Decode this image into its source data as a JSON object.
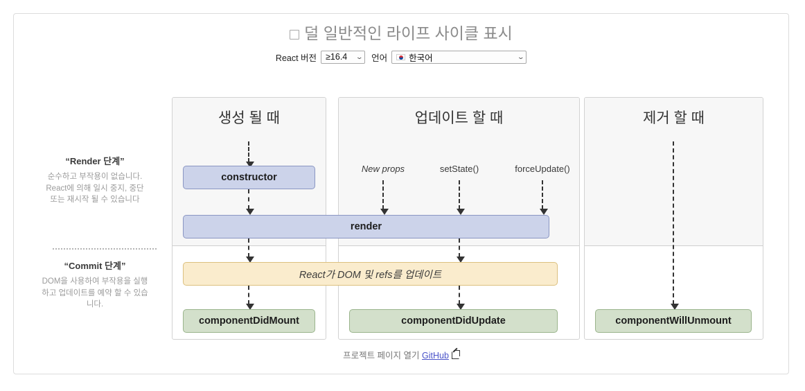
{
  "header": {
    "checkbox_checked": false,
    "title": "덜 일반적인 라이프 사이클 표시",
    "version_label": "React 버전",
    "version_value": "≥16.4",
    "language_label": "언어",
    "language_value": "한국어",
    "caret": "⌄"
  },
  "phases": [
    {
      "title": "“Render 단계”",
      "desc": "순수하고 부작용이 없습니다. React에 의해 일시 중지, 중단 또는 재시작 될 수 있습니다"
    },
    {
      "title": "“Commit 단계”",
      "desc": "DOM을 사용하여 부작용을 실행하고 업데이트를 예약 할 수 있습니다."
    }
  ],
  "columns": [
    {
      "title": "생성 될 때"
    },
    {
      "title": "업데이트 할 때"
    },
    {
      "title": "제거 할 때"
    }
  ],
  "triggers": [
    {
      "label": "New props"
    },
    {
      "label": "setState()"
    },
    {
      "label": "forceUpdate()"
    }
  ],
  "boxes": {
    "constructor": "constructor",
    "render": "render",
    "dom_update": "React가 DOM 및 refs를 업데이트",
    "did_mount": "componentDidMount",
    "did_update": "componentDidUpdate",
    "will_unmount": "componentWillUnmount"
  },
  "footer": {
    "text": "프로젝트 페이지 열기",
    "link": "GitHub"
  },
  "colors": {
    "render_phase_box": "#ccd3ea",
    "commit_phase_box": "#d3e0cb",
    "dom_update_box": "#faeccd",
    "link": "#4a53c9"
  }
}
